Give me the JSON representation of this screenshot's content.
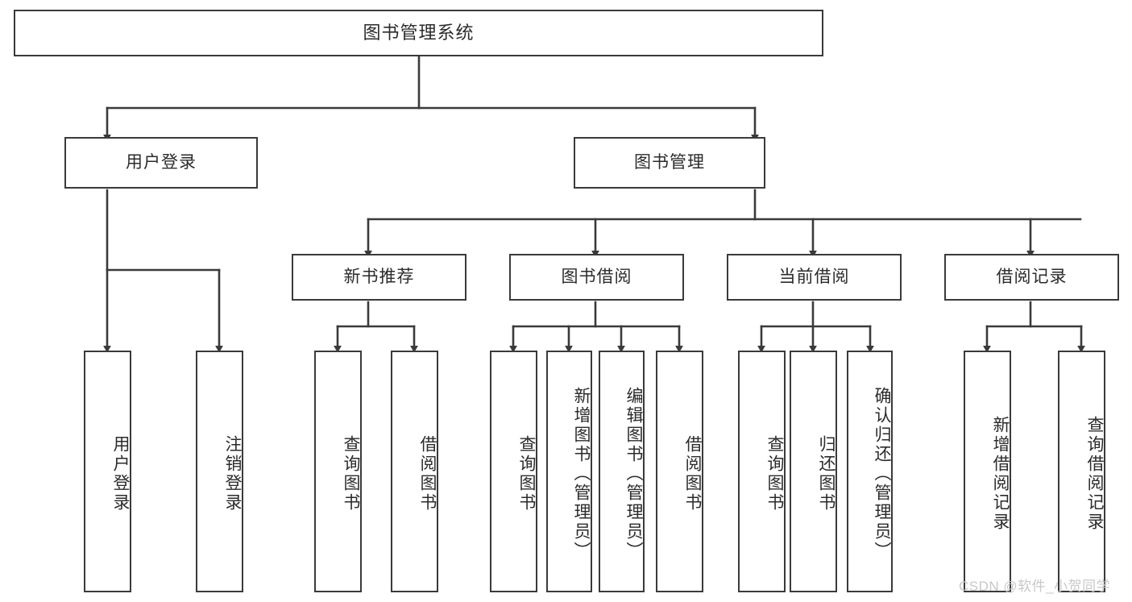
{
  "diagram": {
    "title": "图书管理系统",
    "type": "tree",
    "colors": {
      "stroke": "#3a3a3a",
      "fill": "#ffffff",
      "text": "#2b2b2b",
      "watermark": "#c8c8c8"
    },
    "levels": {
      "root": {
        "label": "图书管理系统"
      },
      "level2": [
        {
          "label": "用户登录"
        },
        {
          "label": "图书管理"
        }
      ],
      "level3": [
        {
          "label": "新书推荐"
        },
        {
          "label": "图书借阅"
        },
        {
          "label": "当前借阅"
        },
        {
          "label": "借阅记录"
        }
      ],
      "leaves": [
        {
          "label": "用户登录",
          "parent": "用户登录"
        },
        {
          "label": "注销登录",
          "parent": "用户登录"
        },
        {
          "label": "查询图书",
          "parent": "新书推荐"
        },
        {
          "label": "借阅图书",
          "parent": "新书推荐"
        },
        {
          "label": "查询图书",
          "parent": "图书借阅"
        },
        {
          "label": "新增图书（管理员）",
          "parent": "图书借阅"
        },
        {
          "label": "编辑图书（管理员）",
          "parent": "图书借阅"
        },
        {
          "label": "借阅图书",
          "parent": "图书借阅"
        },
        {
          "label": "查询图书",
          "parent": "当前借阅"
        },
        {
          "label": "归还图书",
          "parent": "当前借阅"
        },
        {
          "label": "确认归还（管理员）",
          "parent": "当前借阅"
        },
        {
          "label": "新增借阅记录",
          "parent": "借阅记录"
        },
        {
          "label": "查询借阅记录",
          "parent": "借阅记录"
        }
      ]
    },
    "watermark": "CSDN @软件_小贺同学"
  }
}
